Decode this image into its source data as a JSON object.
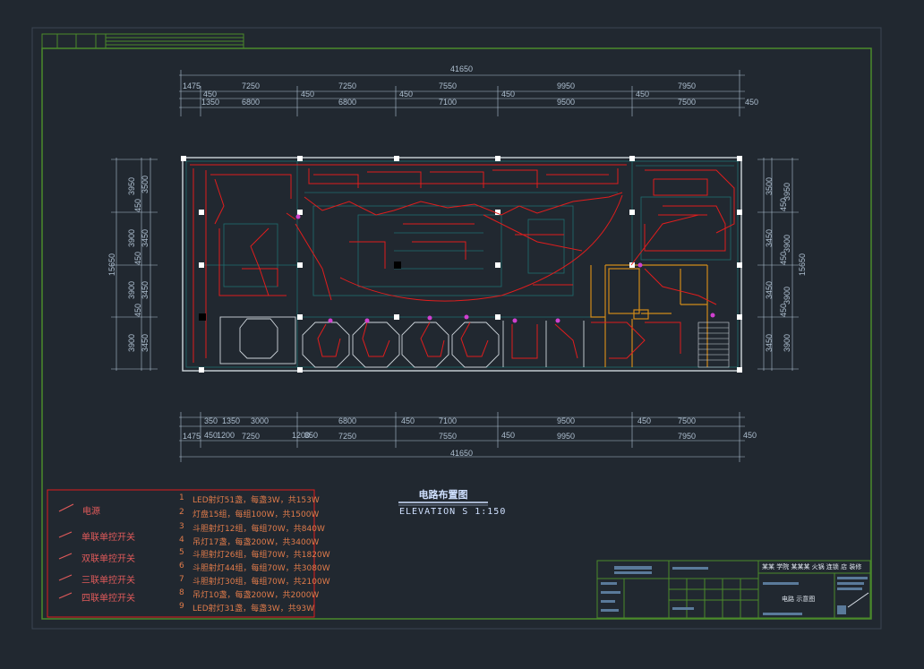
{
  "drawing": {
    "title": "电路布置图",
    "subtitle": "ELEVATION S 1:150"
  },
  "dimensions": {
    "top_total": "41650",
    "top_row1": [
      "1475",
      "7250",
      "7250",
      "7550",
      "9950",
      "7950"
    ],
    "top_row2": [
      "450",
      "450",
      "450",
      "450",
      "450"
    ],
    "top_row3": [
      "1350",
      "6800",
      "6800",
      "7100",
      "9500",
      "7500",
      "450"
    ],
    "bottom_row1": [
      "350",
      "1350",
      "3000",
      "6800",
      "450",
      "7100",
      "9500",
      "450",
      "7500"
    ],
    "bottom_row2": [
      "1475",
      "450",
      "1200",
      "7250",
      "1200",
      "350",
      "7250",
      "7550",
      "450",
      "9950",
      "7950",
      "450"
    ],
    "bottom_total": "41650",
    "left_total": "15650",
    "left_outer": [
      "3950",
      "3900",
      "3900",
      "3900"
    ],
    "left_inner": [
      "3500",
      "450",
      "3450",
      "450",
      "3450",
      "450",
      "3450"
    ],
    "right_total": "15650",
    "right_outer": [
      "3950",
      "3900",
      "3900",
      "3900"
    ],
    "right_inner": [
      "3500",
      "450",
      "3450",
      "450",
      "3450",
      "450",
      "3450"
    ]
  },
  "legend": {
    "symbols": [
      {
        "label": "电源"
      },
      {
        "label": "单联单控开关"
      },
      {
        "label": "双联单控开关"
      },
      {
        "label": "三联单控开关"
      },
      {
        "label": "四联单控开关"
      }
    ],
    "items": [
      {
        "num": "1",
        "text": "LED射灯51盏，每盏3W，共153W"
      },
      {
        "num": "2",
        "text": "灯盘15组，每组100W，共1500W"
      },
      {
        "num": "3",
        "text": "斗胆射灯12组，每组70W，共840W"
      },
      {
        "num": "4",
        "text": "吊灯17盏，每盏200W，共3400W"
      },
      {
        "num": "5",
        "text": "斗胆射灯26组，每组70W，共1820W"
      },
      {
        "num": "6",
        "text": "斗胆射灯44组，每组70W，共3080W"
      },
      {
        "num": "7",
        "text": "斗胆射灯30组，每组70W，共2100W"
      },
      {
        "num": "8",
        "text": "吊灯10盏，每盏200W，共2000W"
      },
      {
        "num": "9",
        "text": "LED射灯31盏，每盏3W，共93W"
      }
    ]
  },
  "title_block": {
    "project": "某某 学院 某某某 火锅 连锁 店 装修",
    "sheet_name": "电路 示意图"
  },
  "colors": {
    "background": "#212830",
    "frame": "#4a8a2a",
    "walls": "#cfd6dc",
    "circuit": "#e01d1d",
    "teal": "#1f6f70",
    "orange": "#d08a1a",
    "magenta": "#d040d0",
    "dim": "#aebfd0"
  }
}
